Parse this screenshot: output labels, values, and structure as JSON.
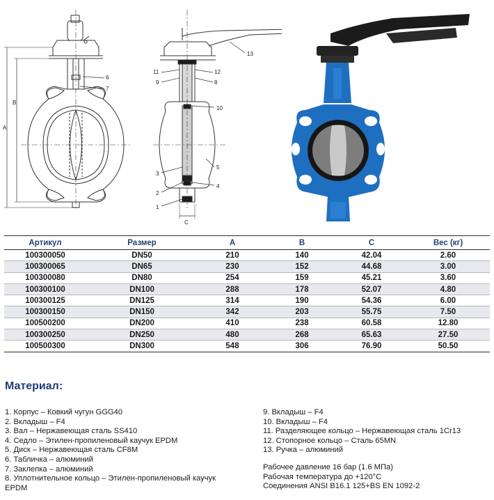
{
  "drawing": {
    "dimension_labels": {
      "a": "A",
      "b": "B",
      "c": "C"
    },
    "callouts": [
      "1",
      "2",
      "3",
      "4",
      "5",
      "6",
      "7",
      "8",
      "9",
      "10",
      "11",
      "12",
      "13"
    ]
  },
  "table": {
    "headers": [
      "Артикул",
      "Размер",
      "A",
      "B",
      "C",
      "Вес (кг)"
    ],
    "rows": [
      [
        "100300050",
        "DN50",
        "210",
        "140",
        "42.04",
        "2.60"
      ],
      [
        "100300065",
        "DN65",
        "230",
        "152",
        "44.68",
        "3.00"
      ],
      [
        "100300080",
        "DN80",
        "254",
        "159",
        "45.21",
        "3.60"
      ],
      [
        "100300100",
        "DN100",
        "288",
        "178",
        "52.07",
        "4.80"
      ],
      [
        "100300125",
        "DN125",
        "314",
        "190",
        "54.36",
        "6.00"
      ],
      [
        "100300150",
        "DN150",
        "342",
        "203",
        "55.75",
        "7.50"
      ],
      [
        "100500200",
        "DN200",
        "410",
        "238",
        "60.58",
        "12.80"
      ],
      [
        "100300250",
        "DN250",
        "480",
        "268",
        "65.63",
        "27.50"
      ],
      [
        "100500300",
        "DN300",
        "548",
        "306",
        "76.90",
        "50.50"
      ]
    ]
  },
  "materials": {
    "title": "Материал:",
    "left": [
      "1. Корпус – Ковкий чугун GGG40",
      "2. Вкладыш – F4",
      "3. Вал – Нержавеющая сталь SS410",
      "4. Седло – Этилен-пропиленовый каучук EPDM",
      "5. Диск – Нержавеющая сталь CF8M",
      "6. Табличка – алюминий",
      "7. Заклепка – алюминий",
      "8. Уплотнительное кольцо – Этилен-пропиленовый каучук EPDM"
    ],
    "right": [
      "9. Вкладыш – F4",
      "10. Вкладыш – F4",
      "11. Разделяющее кольцо – Нержавеющая сталь 1Cr13",
      "12. Стопорное кольцо – Сталь 65MN",
      "13. Ручка – алюминий"
    ],
    "notes": [
      "Рабочее давление 16 бар (1.6 МПа)",
      "Рабочая температура до +120°C",
      "Соединения ANSI B16.1 125+BS EN 1092-2"
    ]
  },
  "colors": {
    "heading": "#1f3f73",
    "body_blue": "#1f6fc0",
    "handle": "#1b1b1b",
    "row_alt": "#e7e9ee"
  }
}
